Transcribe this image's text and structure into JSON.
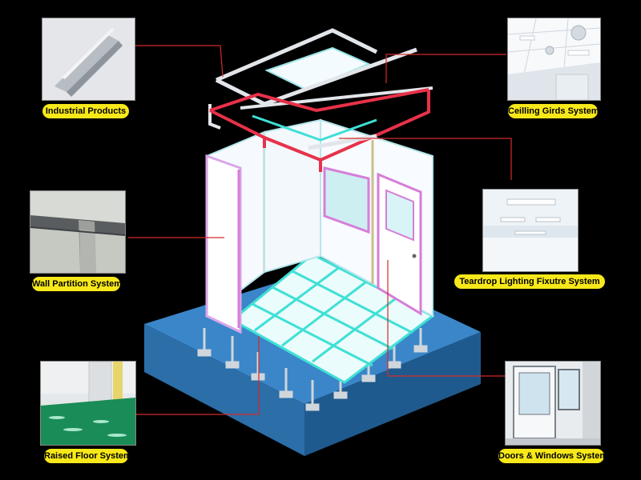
{
  "colors": {
    "background": "#000000",
    "label_bg": "#f7e81a",
    "leader_line": "#d42a2a",
    "base_blue": "#2b6ea8",
    "floor_grid": "#3fe0d6",
    "ceiling_red": "#e8314a"
  },
  "callouts": [
    {
      "id": "industrial-products",
      "label": "Industrial Products"
    },
    {
      "id": "ceiling-grids",
      "label": "Ceilling Girds System"
    },
    {
      "id": "wall-partition",
      "label": "Wall Partition System"
    },
    {
      "id": "teardrop-lighting",
      "label": "Teardrop Lighting Fixutre System"
    },
    {
      "id": "raised-floor",
      "label": "Raised Floor System"
    },
    {
      "id": "doors-windows",
      "label": "Doors & Windows System"
    }
  ]
}
